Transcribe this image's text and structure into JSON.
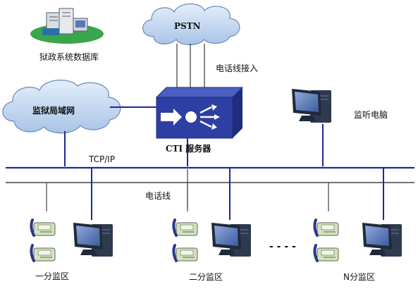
{
  "labels": {
    "database": "狱政系统数据库",
    "pstn": "PSTN",
    "phone_line_in": "电话线接入",
    "prison_lan": "监狱局域网",
    "monitor_pc": "监听电脑",
    "cti_server": "CTI 服务器",
    "tcpip": "TCP/IP",
    "phone_line": "电话线",
    "zone1": "一分监区",
    "zone2": "二分监区",
    "zoneN": "N分监区",
    "ellipsis": "- - - -"
  },
  "colors": {
    "network_line": "#1a2a9a",
    "phone_line": "#444444",
    "cloud_fill": "#c9dcf3",
    "cloud_stroke": "#6a88b8",
    "server_front": "#2d3fa3",
    "server_side": "#1e2d7d",
    "server_top": "#4a5fc0",
    "phone_body": "#d3e2bf",
    "phone_dark": "#5b6b4e",
    "handset": "#2a3a8a",
    "monitor_dark": "#1f2a3a",
    "screen": "#5777b5",
    "tower": "#2e3a4e",
    "database_ellipse": "#3aa64c"
  },
  "icons": [
    "cloud-icon",
    "server-icon",
    "computer-icon",
    "telephone-icon",
    "database-icon"
  ]
}
